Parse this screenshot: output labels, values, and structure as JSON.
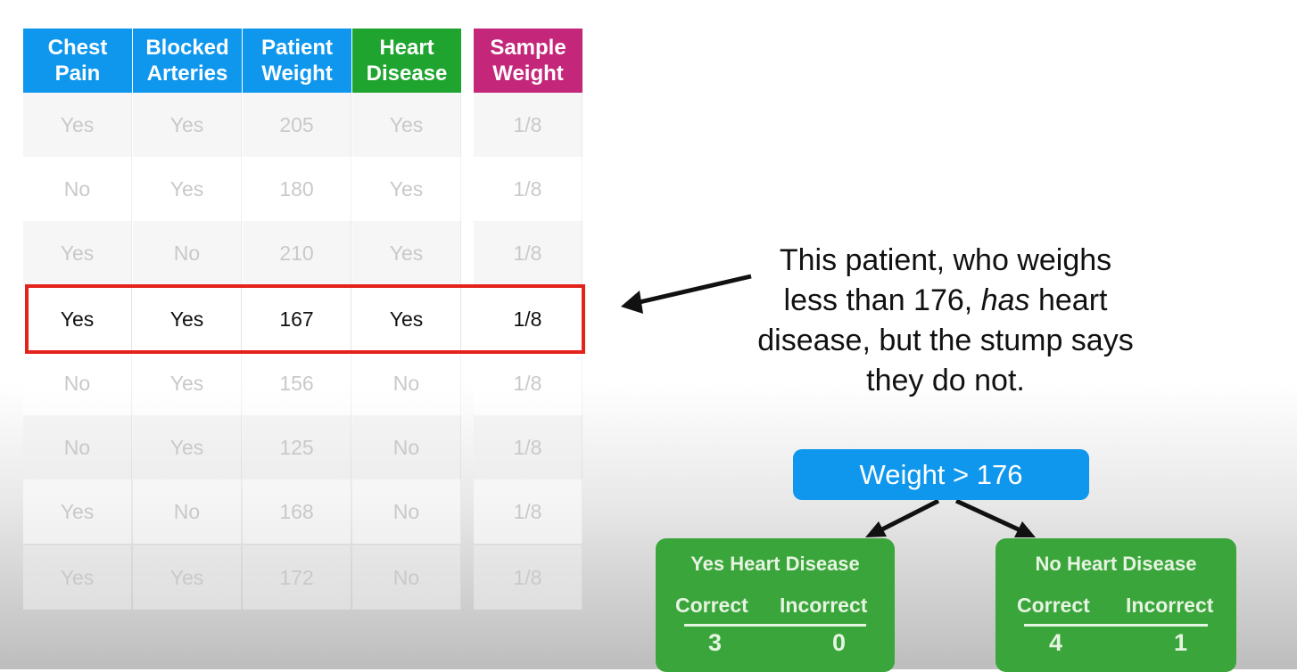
{
  "table": {
    "headers": [
      {
        "line1": "Chest",
        "line2": "Pain"
      },
      {
        "line1": "Blocked",
        "line2": "Arteries"
      },
      {
        "line1": "Patient",
        "line2": "Weight"
      },
      {
        "line1": "Heart",
        "line2": "Disease"
      },
      {
        "line1": "Sample",
        "line2": "Weight"
      }
    ],
    "rows": [
      [
        "Yes",
        "Yes",
        "205",
        "Yes",
        "1/8"
      ],
      [
        "No",
        "Yes",
        "180",
        "Yes",
        "1/8"
      ],
      [
        "Yes",
        "No",
        "210",
        "Yes",
        "1/8"
      ],
      [
        "Yes",
        "Yes",
        "167",
        "Yes",
        "1/8"
      ],
      [
        "No",
        "Yes",
        "156",
        "No",
        "1/8"
      ],
      [
        "No",
        "Yes",
        "125",
        "No",
        "1/8"
      ],
      [
        "Yes",
        "No",
        "168",
        "No",
        "1/8"
      ],
      [
        "Yes",
        "Yes",
        "172",
        "No",
        "1/8"
      ]
    ],
    "highlighted_row": 3
  },
  "annotation": {
    "line1": "This patient, who weighs",
    "line2_prefix": "less than 176, ",
    "line2_emphasis": "has",
    "line2_suffix": " heart",
    "line3": "disease, but the stump says",
    "line4": "they do not."
  },
  "stump": {
    "root": "Weight > 176",
    "left": {
      "title": "Yes Heart Disease",
      "correct_label": "Correct",
      "incorrect_label": "Incorrect",
      "correct": "3",
      "incorrect": "0"
    },
    "right": {
      "title": "No Heart Disease",
      "correct_label": "Correct",
      "incorrect_label": "Incorrect",
      "correct": "4",
      "incorrect": "1"
    }
  },
  "colors": {
    "header_blue": "#0f97ee",
    "header_green": "#1fa52f",
    "header_magenta": "#c4277a",
    "highlight_red": "#e4221c",
    "leaf_green": "#3aa53a"
  }
}
